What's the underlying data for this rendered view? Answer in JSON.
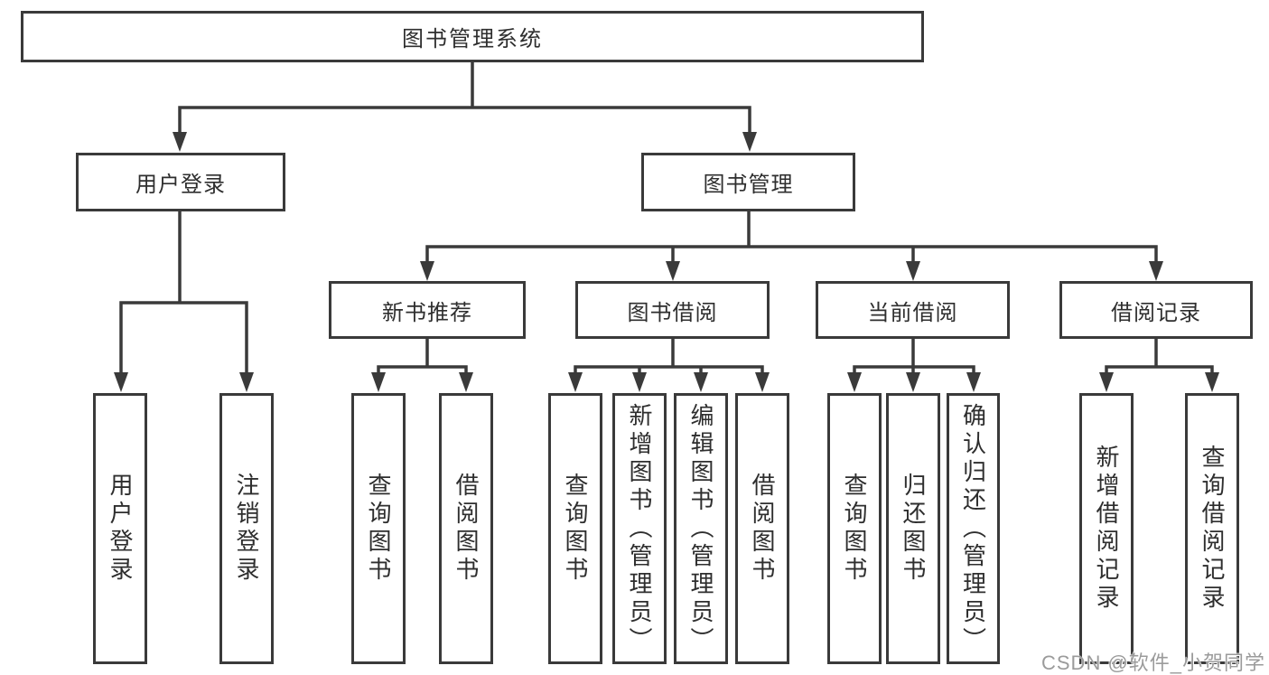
{
  "diagram": {
    "root": "图书管理系统",
    "login": {
      "label": "用户登录",
      "children": [
        "用户登录",
        "注销登录"
      ]
    },
    "mgmt": {
      "label": "图书管理",
      "groups": [
        {
          "label": "新书推荐",
          "children": [
            "查询图书",
            "借阅图书"
          ]
        },
        {
          "label": "图书借阅",
          "children": [
            "查询图书",
            "新增图书（管理员）",
            "编辑图书（管理员）",
            "借阅图书"
          ]
        },
        {
          "label": "当前借阅",
          "children": [
            "查询图书",
            "归还图书",
            "确认归还（管理员）"
          ]
        },
        {
          "label": "借阅记录",
          "children": [
            "新增借阅记录",
            "查询借阅记录"
          ]
        }
      ]
    }
  },
  "watermark": {
    "text": "CSDN @软件_小贺同学"
  },
  "colors": {
    "line": "#3a3a3a",
    "box_border": "#3a3a3a",
    "text": "#2e2e2e",
    "watermark": "#9b9b9b",
    "background": "#ffffff"
  }
}
